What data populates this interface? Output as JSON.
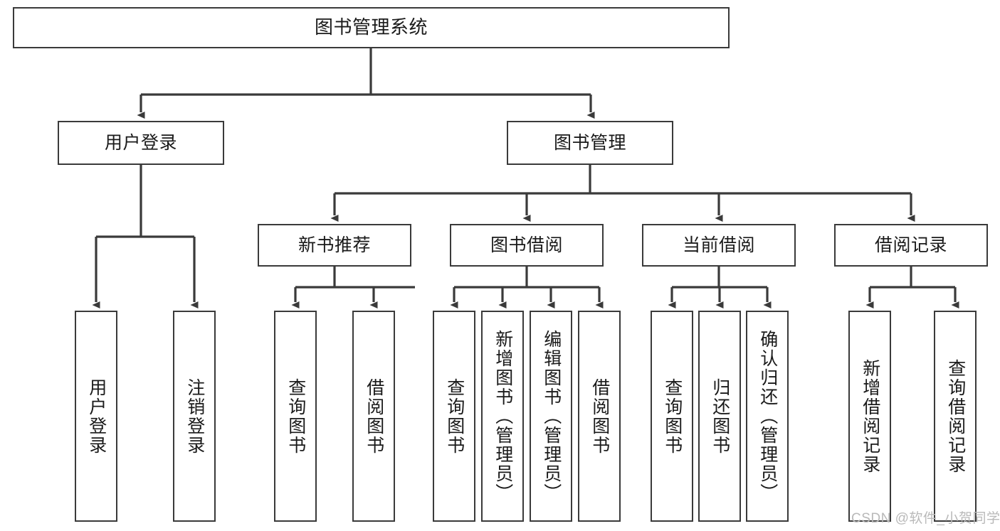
{
  "diagram": {
    "type": "tree-hierarchy-chart",
    "title": "图书管理系统",
    "orientation": "top-down",
    "box_fill": "#ffffff",
    "box_stroke": "#3a3a3a",
    "edge_color": "#3a3a3a",
    "background": "#ffffff"
  },
  "nodes": {
    "root": {
      "label": "图书管理系统",
      "level": 1,
      "text_direction": "horizontal"
    },
    "level2": [
      {
        "id": "user-login",
        "label": "用户登录",
        "text_direction": "horizontal"
      },
      {
        "id": "book-management",
        "label": "图书管理",
        "text_direction": "horizontal"
      }
    ],
    "level3": [
      {
        "id": "new-book-recommend",
        "label": "新书推荐",
        "text_direction": "horizontal"
      },
      {
        "id": "book-borrow",
        "label": "图书借阅",
        "text_direction": "horizontal"
      },
      {
        "id": "current-borrow",
        "label": "当前借阅",
        "text_direction": "horizontal"
      },
      {
        "id": "borrow-record",
        "label": "借阅记录",
        "text_direction": "horizontal"
      }
    ],
    "leaves": {
      "user-login": [
        {
          "id": "leaf-user-login",
          "label": "用户登录",
          "text_direction": "vertical"
        },
        {
          "id": "leaf-user-logout",
          "label": "注销登录",
          "text_direction": "vertical"
        }
      ],
      "new-book-recommend": [
        {
          "id": "leaf-query-book-1",
          "label": "查询图书",
          "text_direction": "vertical"
        },
        {
          "id": "leaf-borrow-book-1",
          "label": "借阅图书",
          "text_direction": "vertical"
        }
      ],
      "book-borrow": [
        {
          "id": "leaf-query-book-2",
          "label": "查询图书",
          "text_direction": "vertical"
        },
        {
          "id": "leaf-add-book",
          "label": "新增图书（管理员）",
          "text_direction": "vertical"
        },
        {
          "id": "leaf-edit-book",
          "label": "编辑图书（管理员）",
          "text_direction": "vertical"
        },
        {
          "id": "leaf-borrow-book-2",
          "label": "借阅图书",
          "text_direction": "vertical"
        }
      ],
      "current-borrow": [
        {
          "id": "leaf-query-book-3",
          "label": "查询图书",
          "text_direction": "vertical"
        },
        {
          "id": "leaf-return-book",
          "label": "归还图书",
          "text_direction": "vertical"
        },
        {
          "id": "leaf-confirm-return",
          "label": "确认归还（管理员）",
          "text_direction": "vertical"
        }
      ],
      "borrow-record": [
        {
          "id": "leaf-add-record",
          "label": "新增借阅记录",
          "text_direction": "vertical"
        },
        {
          "id": "leaf-query-record",
          "label": "查询借阅记录",
          "text_direction": "vertical"
        }
      ]
    }
  },
  "watermark": {
    "text": "CSDN @软件_小贺同学",
    "color": "#b9b9b9"
  }
}
